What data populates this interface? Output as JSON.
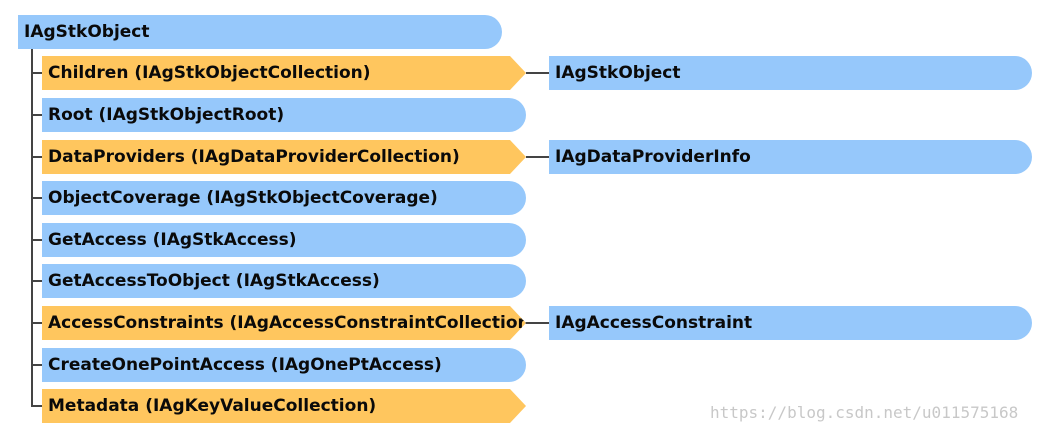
{
  "root": {
    "label": "IAgStkObject"
  },
  "members": [
    {
      "label": "Children (IAgStkObjectCollection)",
      "kind": "collection",
      "child": "IAgStkObject"
    },
    {
      "label": "Root (IAgStkObjectRoot)",
      "kind": "interface"
    },
    {
      "label": "DataProviders (IAgDataProviderCollection)",
      "kind": "collection",
      "child": "IAgDataProviderInfo"
    },
    {
      "label": "ObjectCoverage (IAgStkObjectCoverage)",
      "kind": "interface"
    },
    {
      "label": "GetAccess (IAgStkAccess)",
      "kind": "interface"
    },
    {
      "label": "GetAccessToObject (IAgStkAccess)",
      "kind": "interface"
    },
    {
      "label": "AccessConstraints (IAgAccessConstraintCollection)",
      "kind": "collection",
      "child": "IAgAccessConstraint"
    },
    {
      "label": "CreateOnePointAccess (IAgOnePtAccess)",
      "kind": "interface"
    },
    {
      "label": "Metadata (IAgKeyValueCollection)",
      "kind": "collection"
    }
  ],
  "watermark": "https://blog.csdn.net/u011575168",
  "colors": {
    "interface": "#96c8fb",
    "collection": "#ffc65e",
    "connector": "#444444"
  }
}
